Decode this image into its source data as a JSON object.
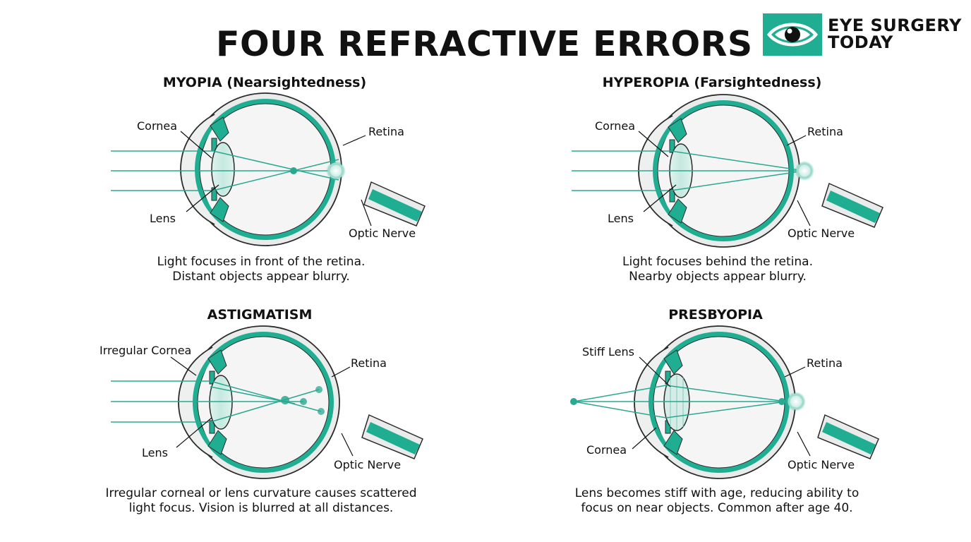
{
  "header": {
    "title": "FOUR REFRACTIVE ERRORS",
    "brand_line1": "EYE SURGERY",
    "brand_line2": "TODAY"
  },
  "colors": {
    "accent": "#20ae93",
    "ray": "#2aa892",
    "outline": "#2b2b2b",
    "sclera": "#e9eceb",
    "eye_fill": "#f5f5f5"
  },
  "icons": [
    "eye-logo-icon"
  ],
  "panels": {
    "myopia": {
      "title": "MYOPIA (Nearsightedness)",
      "labels": {
        "cornea": "Cornea",
        "retina": "Retina",
        "lens": "Lens",
        "optic_nerve": "Optic Nerve"
      },
      "caption_line1": "Light focuses in front of the retina.",
      "caption_line2": "Distant objects appear blurry."
    },
    "hyperopia": {
      "title": "HYPEROPIA (Farsightedness)",
      "labels": {
        "cornea": "Cornea",
        "retina": "Retina",
        "lens": "Lens",
        "optic_nerve": "Optic Nerve"
      },
      "caption_line1": "Light focuses behind the retina.",
      "caption_line2": "Nearby objects appear blurry."
    },
    "astigmatism": {
      "title": "ASTIGMATISM",
      "labels": {
        "cornea": "Irregular Cornea",
        "retina": "Retina",
        "lens": "Lens",
        "optic_nerve": "Optic Nerve"
      },
      "caption_line1": "Irregular corneal or lens curvature causes scattered",
      "caption_line2": "light focus. Vision is blurred at all distances."
    },
    "presbyopia": {
      "title": "PRESBYOPIA",
      "labels": {
        "lens": "Stiff Lens",
        "retina": "Retina",
        "cornea": "Cornea",
        "optic_nerve": "Optic Nerve"
      },
      "caption_line1": "Lens becomes stiff with age, reducing ability to",
      "caption_line2": "focus on near objects. Common after age 40."
    }
  }
}
